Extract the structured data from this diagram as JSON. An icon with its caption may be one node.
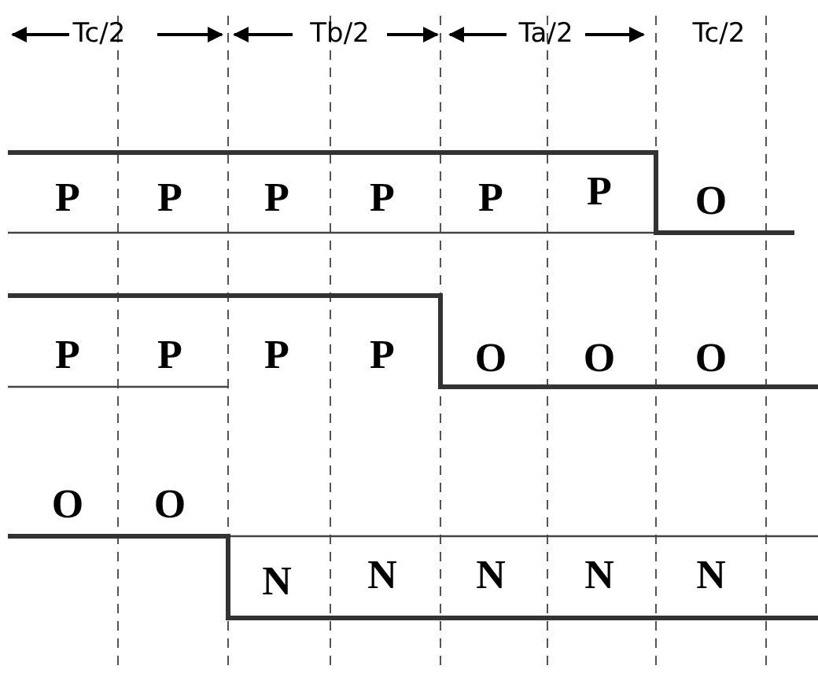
{
  "diagram": {
    "labels": [
      "Tc/2",
      "Tb/2",
      "Ta/2",
      "Tc/2",
      "P",
      "P",
      "P",
      "P",
      "P",
      "P",
      "O",
      "P",
      "P",
      "P",
      "P",
      "O",
      "O",
      "O",
      "O",
      "O",
      "N",
      "N",
      "N",
      "N",
      "N"
    ]
  }
}
